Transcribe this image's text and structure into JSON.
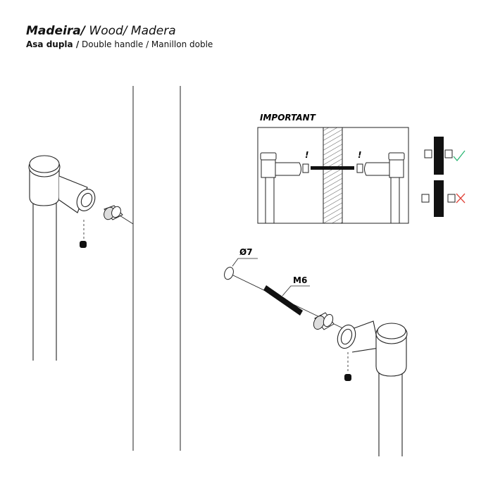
{
  "header": {
    "title_primary": "Madeira/",
    "title_rest": " Wood/ Madera",
    "subtitle_primary": "Asa  dupla /",
    "subtitle_rest": " Double handle / Manillon doble"
  },
  "detail_box": {
    "heading": "IMPORTANT",
    "warning_mark": "!"
  },
  "parts": {
    "hole_diameter": "Ø7",
    "thread_size": "M6"
  },
  "status_colors": {
    "correct": "#2bb673",
    "incorrect": "#e0463c"
  }
}
